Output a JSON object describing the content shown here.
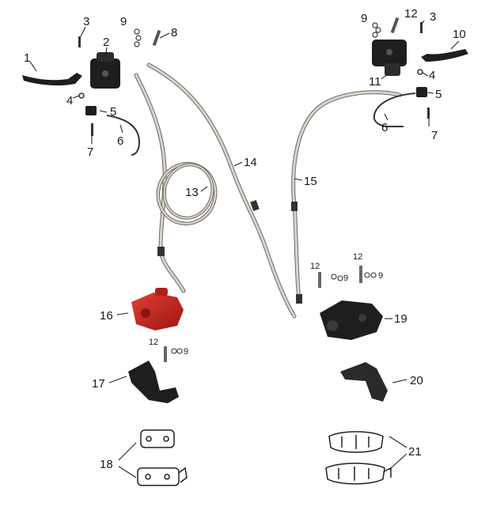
{
  "diagram": {
    "callouts": {
      "c1": "1",
      "c2": "2",
      "c3a": "3",
      "c4a": "4",
      "c5a": "5",
      "c6a": "6",
      "c7a": "7",
      "c8": "8",
      "c9a": "9",
      "c9b": "9",
      "c3b": "3",
      "c10": "10",
      "c11": "11",
      "c12a": "12",
      "c4b": "4",
      "c5b": "5",
      "c6b": "6",
      "c7b": "7",
      "c13": "13",
      "c14": "14",
      "c15": "15",
      "c12b": "12",
      "c12c": "12",
      "c9c": "9",
      "c9d": "9",
      "c16": "16",
      "c12d": "12",
      "c9e": "9",
      "c17": "17",
      "c19": "19",
      "c20": "20",
      "c18": "18",
      "c21": "21"
    },
    "colors": {
      "part_dark": "#1e1e1e",
      "caliper_red": "#c8231e",
      "hose": "#b5b0a8",
      "hose_outline": "#6e6a64",
      "leader": "#222222"
    },
    "icons": [
      "brake-lever-icon",
      "master-cylinder-icon",
      "caliper-icon",
      "bracket-icon",
      "brake-pad-icon",
      "hose-icon",
      "bolt-icon",
      "clip-icon"
    ]
  }
}
